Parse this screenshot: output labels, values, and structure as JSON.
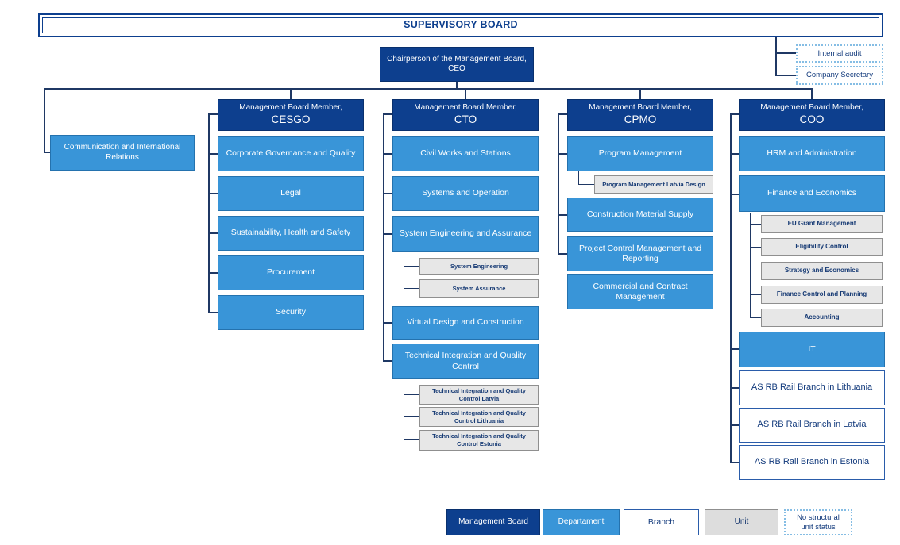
{
  "supervisory_board": "SUPERVISORY BOARD",
  "ceo": {
    "line1": "Chairperson of the Management Board,",
    "line2": "CEO"
  },
  "staff": {
    "internal_audit": "Internal audit",
    "company_secretary": "Company Secretary"
  },
  "communication": "Communication and International Relations",
  "columns": {
    "cesgo": {
      "head1": "Management Board Member,",
      "head2": "CESGO",
      "departments": [
        "Corporate Governance and Quality",
        "Legal",
        "Sustainability, Health and Safety",
        "Procurement",
        "Security"
      ]
    },
    "cto": {
      "head1": "Management Board Member,",
      "head2": "CTO",
      "departments": [
        "Civil Works and Stations",
        "Systems and Operation",
        "System Engineering and Assurance",
        "Virtual Design and Construction",
        "Technical Integration and Quality Control"
      ],
      "units": [
        "System Engineering",
        "System Assurance",
        "Technical Integration and Quality Control Latvia",
        "Technical Integration and Quality Control Lithuania",
        "Technical Integration and Quality Control Estonia"
      ]
    },
    "cpmo": {
      "head1": "Management Board Member,",
      "head2": "CPMO",
      "departments": [
        "Program Management",
        "Construction Material Supply",
        "Project Control Management and Reporting",
        "Commercial and Contract Management"
      ],
      "units": [
        "Program Management Latvia Design"
      ]
    },
    "coo": {
      "head1": "Management Board Member,",
      "head2": "COO",
      "departments": [
        "HRM and Administration",
        "Finance and Economics",
        "IT"
      ],
      "units": [
        "EU Grant Management",
        "Eligibility Control",
        "Strategy and Economics",
        "Finance Control and Planning",
        "Accounting"
      ],
      "branches": [
        "AS RB Rail Branch in Lithuania",
        "AS RB Rail Branch in Latvia",
        "AS RB Rail Branch in Estonia"
      ]
    }
  },
  "legend": {
    "management_board": "Management Board",
    "departament": "Departament",
    "branch": "Branch",
    "unit": "Unit",
    "no_structural": "No structural unit status"
  },
  "colors": {
    "navy": "#0d3f8e",
    "department_blue": "#3995d8",
    "unit_gray": "#e7e7e7",
    "line_navy": "#1f3864",
    "dotted_blue": "#85bde4"
  }
}
